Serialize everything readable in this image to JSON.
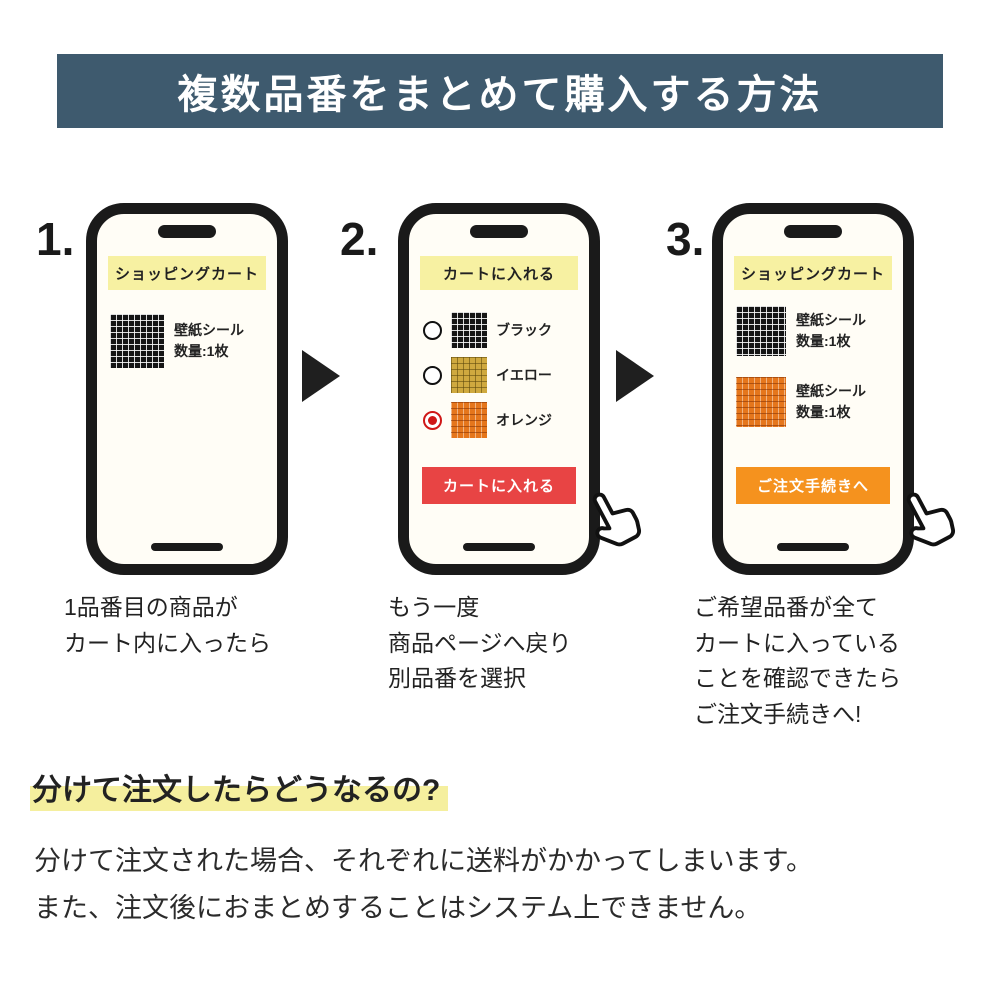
{
  "header": {
    "title": "複数品番をまとめて購入する方法"
  },
  "steps": [
    {
      "number": "1.",
      "banner": "ショッピングカート",
      "items": [
        {
          "swatch": "black-grid-swatch",
          "lines": [
            "壁紙シール",
            "数量:1枚"
          ]
        }
      ],
      "caption": [
        "1品番目の商品が",
        "カート内に入ったら"
      ]
    },
    {
      "number": "2.",
      "banner": "カートに入れる",
      "options": [
        {
          "swatch": "black-grid-swatch",
          "label": "ブラック",
          "selected": false
        },
        {
          "swatch": "yellow-grid-swatch",
          "label": "イエロー",
          "selected": false
        },
        {
          "swatch": "orange-grid-swatch",
          "label": "オレンジ",
          "selected": true
        }
      ],
      "button": {
        "label": "カートに入れる",
        "color": "#e84444"
      },
      "caption": [
        "もう一度",
        "商品ページへ戻り",
        "別品番を選択"
      ]
    },
    {
      "number": "3.",
      "banner": "ショッピングカート",
      "items": [
        {
          "swatch": "black-grid-swatch",
          "lines": [
            "壁紙シール",
            "数量:1枚"
          ]
        },
        {
          "swatch": "orange-grid-swatch",
          "lines": [
            "壁紙シール",
            "数量:1枚"
          ]
        }
      ],
      "button": {
        "label": "ご注文手続きへ",
        "color": "#f5921e"
      },
      "caption": [
        "ご希望品番が全て",
        "カートに入っている",
        "ことを確認できたら",
        "ご注文手続きへ!"
      ]
    }
  ],
  "footer": {
    "heading": "分けて注文したらどうなるの?",
    "body": [
      "分けて注文された場合、それぞれに送料がかかってしまいます。",
      "また、注文後におまとめすることはシステム上できません。"
    ]
  },
  "colors": {
    "header_bg": "#3e5a6e",
    "banner_bg": "#f7f1a2",
    "add_to_cart_red": "#e84444",
    "checkout_orange": "#f5921e",
    "highlight_yellow": "#f5ef9e",
    "selected_radio_red": "#cf1717"
  }
}
